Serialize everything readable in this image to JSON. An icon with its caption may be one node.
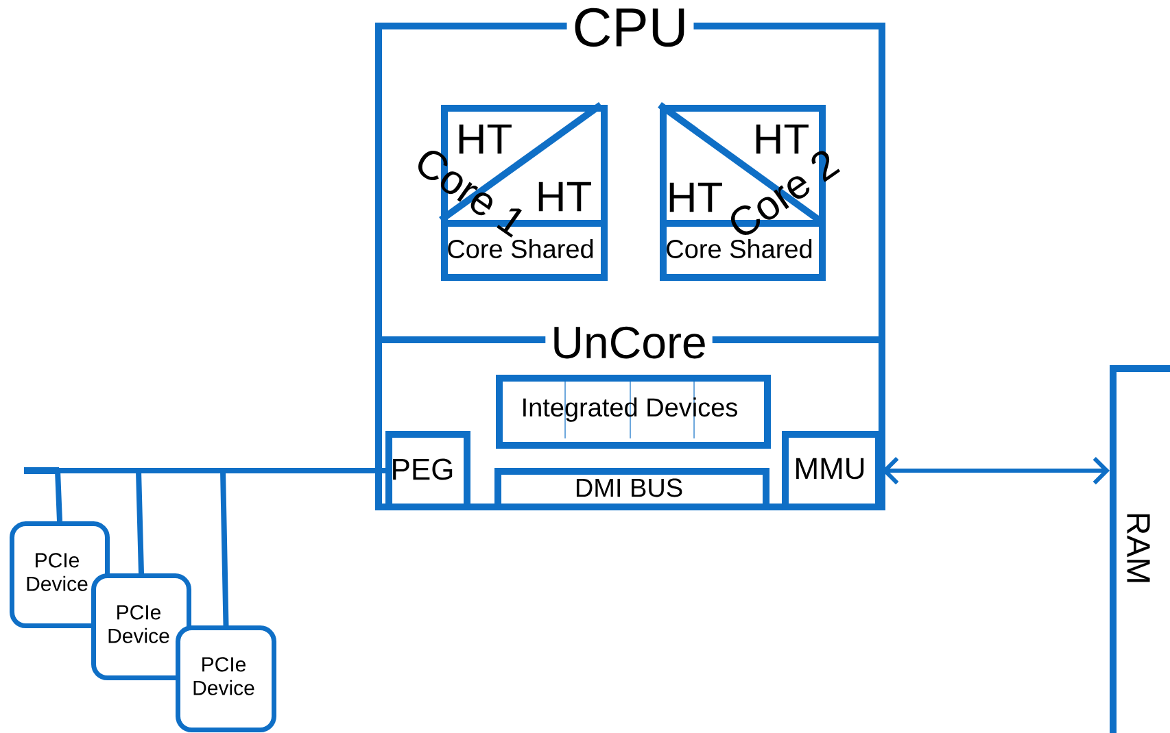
{
  "diagram": {
    "nodes": [
      {
        "text": [
          "CPU"
        ]
      },
      {
        "text": [
          "Core 1"
        ],
        "in": 0
      },
      {
        "text": [
          "HT"
        ],
        "in": 1
      },
      {
        "text": [
          "HT"
        ],
        "in": 1
      },
      {
        "text": [
          "Core Shared"
        ],
        "in": 1
      },
      {
        "text": [
          "Core 2"
        ],
        "in": 0
      },
      {
        "text": [
          "HT"
        ],
        "in": 5
      },
      {
        "text": [
          "HT"
        ],
        "in": 5
      },
      {
        "text": [
          "Core Shared"
        ],
        "in": 5
      },
      {
        "text": [
          "UnCore"
        ],
        "in": 0
      },
      {
        "text": [
          "Integrated Devices"
        ],
        "in": 9
      },
      {
        "text": [
          "DMI BUS"
        ],
        "in": 9
      },
      {
        "text": [
          "PEG"
        ],
        "in": 9
      },
      {
        "text": [
          "MMU"
        ],
        "in": 9
      },
      {
        "text": [
          "RAM"
        ]
      },
      {
        "text": [
          "PCIe Device"
        ]
      },
      {
        "text": [
          "PCIe Device"
        ]
      },
      {
        "text": [
          "PCIe Device"
        ]
      }
    ],
    "edges": [
      {
        "from": 12,
        "to": 15,
        "arrow": "none"
      },
      {
        "from": 12,
        "to": 16,
        "arrow": "none"
      },
      {
        "from": 12,
        "to": 17,
        "arrow": "none"
      },
      {
        "from": 13,
        "to": 14,
        "arrow": "both"
      }
    ]
  }
}
